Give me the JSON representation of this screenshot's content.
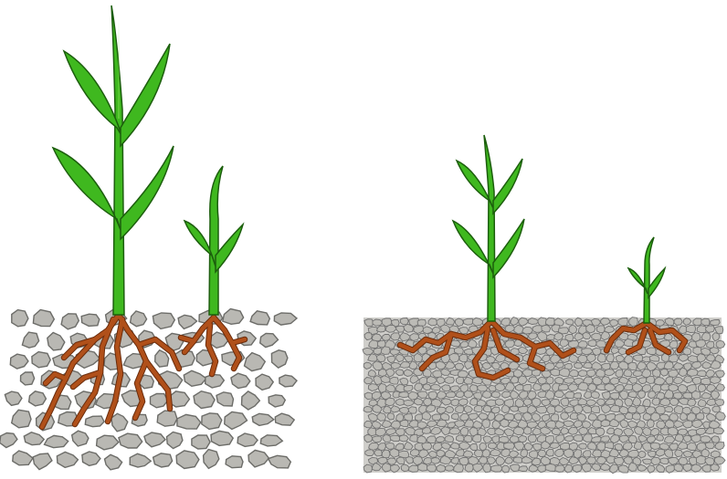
{
  "scene": {
    "description_panels": [
      "loose-soil",
      "compacted-soil"
    ],
    "colors": {
      "background": "#ffffff",
      "leaf": "#3fb81f",
      "leaf_outline": "#1c5e0d",
      "root": "#b0501a",
      "stone": "#b9b8b3",
      "stone_outline": "#6c6c68"
    },
    "panels": [
      {
        "id": "loose-soil",
        "plants": [
          "tall-plant",
          "short-plant"
        ]
      },
      {
        "id": "compacted-soil",
        "plants": [
          "medium-plant",
          "small-plant"
        ]
      }
    ]
  }
}
